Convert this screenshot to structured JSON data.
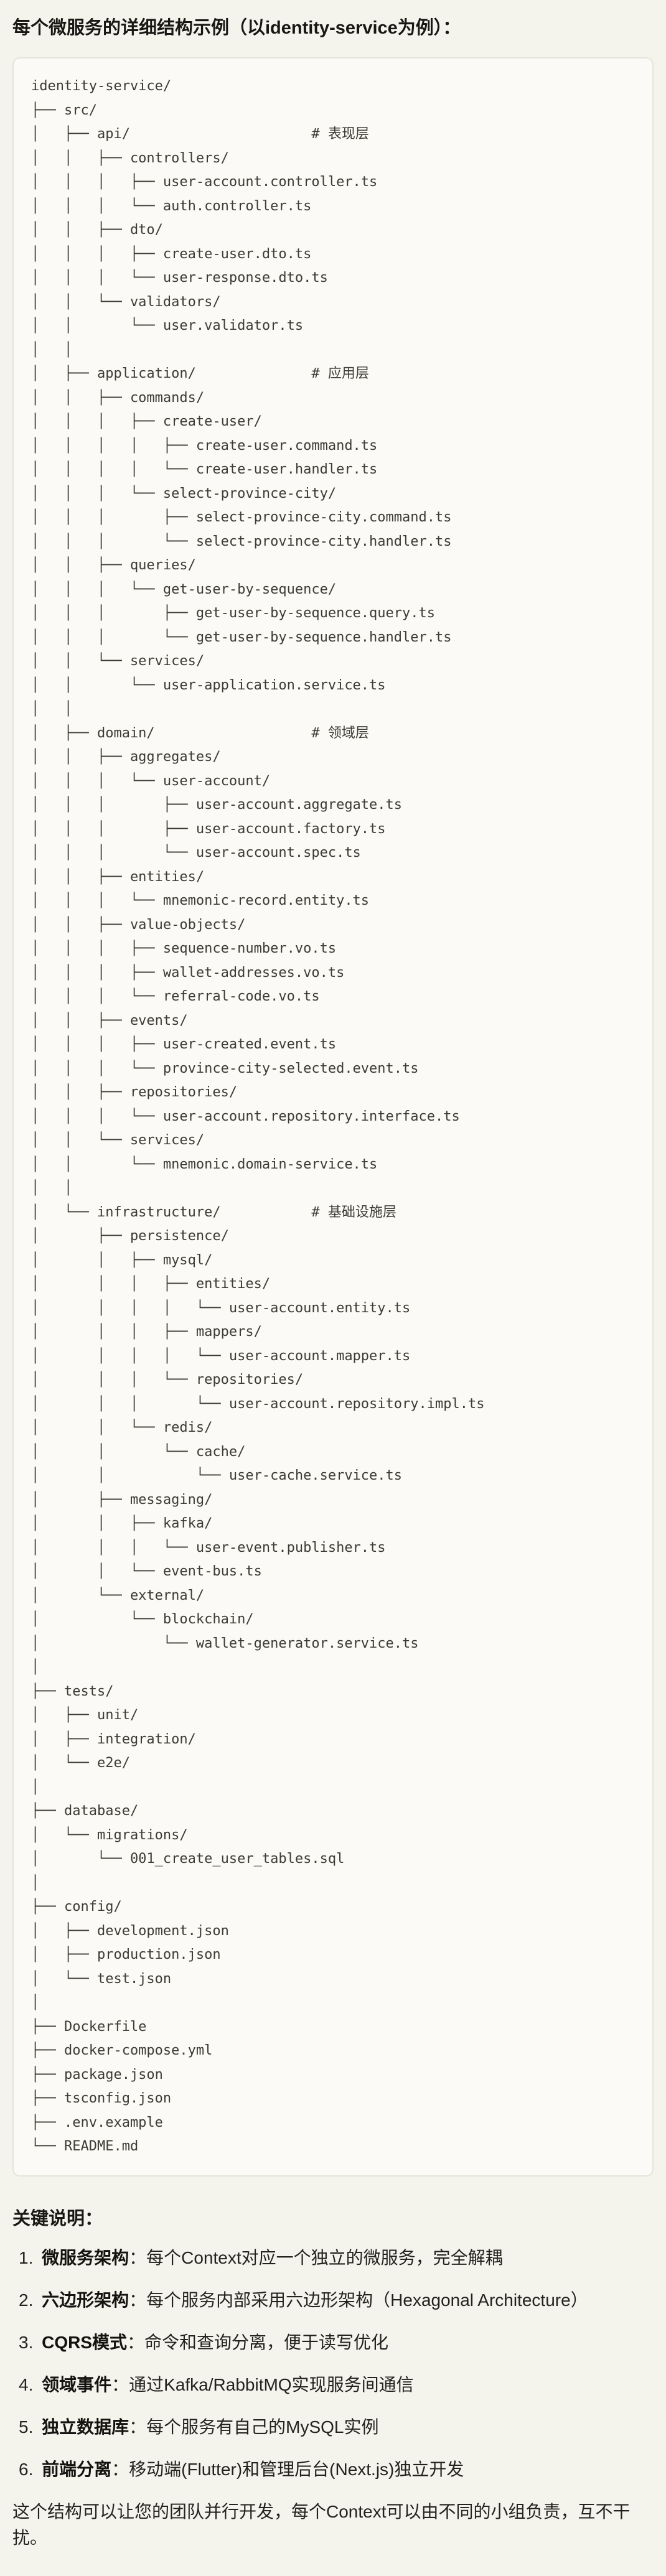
{
  "page": {
    "background_color": "#f4f3ec",
    "code_block_background": "#fbfaf6",
    "code_block_border": "#e6e4d9",
    "title": "每个微服务的详细结构示例（以identity-service为例）："
  },
  "code_block": {
    "lines": [
      "identity-service/",
      "├── src/",
      "│   ├── api/                      # 表现层",
      "│   │   ├── controllers/",
      "│   │   │   ├── user-account.controller.ts",
      "│   │   │   └── auth.controller.ts",
      "│   │   ├── dto/",
      "│   │   │   ├── create-user.dto.ts",
      "│   │   │   └── user-response.dto.ts",
      "│   │   └── validators/",
      "│   │       └── user.validator.ts",
      "│   │",
      "│   ├── application/              # 应用层",
      "│   │   ├── commands/",
      "│   │   │   ├── create-user/",
      "│   │   │   │   ├── create-user.command.ts",
      "│   │   │   │   └── create-user.handler.ts",
      "│   │   │   └── select-province-city/",
      "│   │   │       ├── select-province-city.command.ts",
      "│   │   │       └── select-province-city.handler.ts",
      "│   │   ├── queries/",
      "│   │   │   └── get-user-by-sequence/",
      "│   │   │       ├── get-user-by-sequence.query.ts",
      "│   │   │       └── get-user-by-sequence.handler.ts",
      "│   │   └── services/",
      "│   │       └── user-application.service.ts",
      "│   │",
      "│   ├── domain/                   # 领域层",
      "│   │   ├── aggregates/",
      "│   │   │   └── user-account/",
      "│   │   │       ├── user-account.aggregate.ts",
      "│   │   │       ├── user-account.factory.ts",
      "│   │   │       └── user-account.spec.ts",
      "│   │   ├── entities/",
      "│   │   │   └── mnemonic-record.entity.ts",
      "│   │   ├── value-objects/",
      "│   │   │   ├── sequence-number.vo.ts",
      "│   │   │   ├── wallet-addresses.vo.ts",
      "│   │   │   └── referral-code.vo.ts",
      "│   │   ├── events/",
      "│   │   │   ├── user-created.event.ts",
      "│   │   │   └── province-city-selected.event.ts",
      "│   │   ├── repositories/",
      "│   │   │   └── user-account.repository.interface.ts",
      "│   │   └── services/",
      "│   │       └── mnemonic.domain-service.ts",
      "│   │",
      "│   └── infrastructure/           # 基础设施层",
      "│       ├── persistence/",
      "│       │   ├── mysql/",
      "│       │   │   ├── entities/",
      "│       │   │   │   └── user-account.entity.ts",
      "│       │   │   ├── mappers/",
      "│       │   │   │   └── user-account.mapper.ts",
      "│       │   │   └── repositories/",
      "│       │   │       └── user-account.repository.impl.ts",
      "│       │   └── redis/",
      "│       │       └── cache/",
      "│       │           └── user-cache.service.ts",
      "│       ├── messaging/",
      "│       │   ├── kafka/",
      "│       │   │   └── user-event.publisher.ts",
      "│       │   └── event-bus.ts",
      "│       └── external/",
      "│           └── blockchain/",
      "│               └── wallet-generator.service.ts",
      "│",
      "├── tests/",
      "│   ├── unit/",
      "│   ├── integration/",
      "│   └── e2e/",
      "│",
      "├── database/",
      "│   └── migrations/",
      "│       └── 001_create_user_tables.sql",
      "│",
      "├── config/",
      "│   ├── development.json",
      "│   ├── production.json",
      "│   └── test.json",
      "│",
      "├── Dockerfile",
      "├── docker-compose.yml",
      "├── package.json",
      "├── tsconfig.json",
      "├── .env.example",
      "└── README.md"
    ]
  },
  "notes": {
    "heading": "关键说明：",
    "items": [
      {
        "num": "1.",
        "term": "微服务架构",
        "desc": "：每个Context对应一个独立的微服务，完全解耦"
      },
      {
        "num": "2.",
        "term": "六边形架构",
        "desc": "：每个服务内部采用六边形架构（Hexagonal Architecture）"
      },
      {
        "num": "3.",
        "term": "CQRS模式",
        "desc": "：命令和查询分离，便于读写优化"
      },
      {
        "num": "4.",
        "term": "领域事件",
        "desc": "：通过Kafka/RabbitMQ实现服务间通信"
      },
      {
        "num": "5.",
        "term": "独立数据库",
        "desc": "：每个服务有自己的MySQL实例"
      },
      {
        "num": "6.",
        "term": "前端分离",
        "desc": "：移动端(Flutter)和管理后台(Next.js)独立开发"
      }
    ]
  },
  "footer": "这个结构可以让您的团队并行开发，每个Context可以由不同的小组负责，互不干扰。"
}
